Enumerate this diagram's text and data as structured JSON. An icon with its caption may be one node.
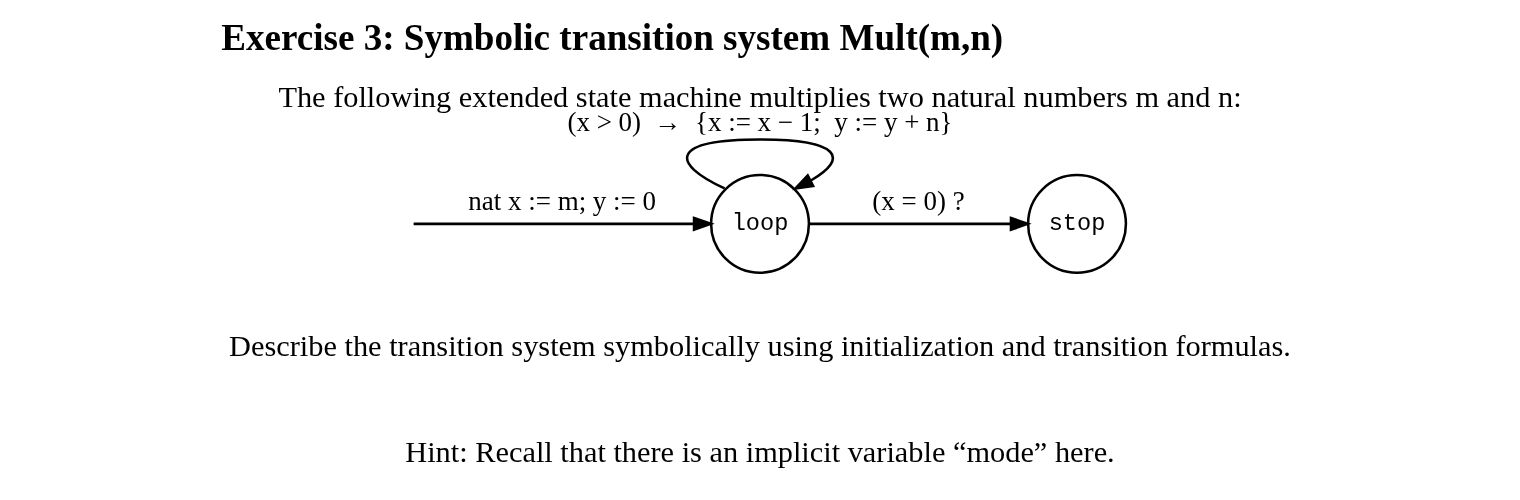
{
  "diagram": {
    "title": "Exercise 3: Symbolic transition system Mult(m,n)",
    "nodes": [
      {
        "text": [
          "loop"
        ]
      },
      {
        "text": [
          "stop"
        ]
      }
    ],
    "edges": [
      {
        "from": null,
        "to": 0,
        "arrow": "to",
        "label": "nat x := m; y := 0"
      },
      {
        "from": 0,
        "to": 0,
        "arrow": "to",
        "label": "(x > 0)  →  {x := x − 1;  y := y + n}"
      },
      {
        "from": 0,
        "to": 1,
        "arrow": "to",
        "label": "(x = 0) ?"
      }
    ],
    "labels": [
      "The following extended state machine multiplies two natural numbers m and n:",
      "Describe the transition system symbolically using initialization and transition formulas.",
      "Hint: Recall that there is an implicit variable “mode” here."
    ]
  }
}
